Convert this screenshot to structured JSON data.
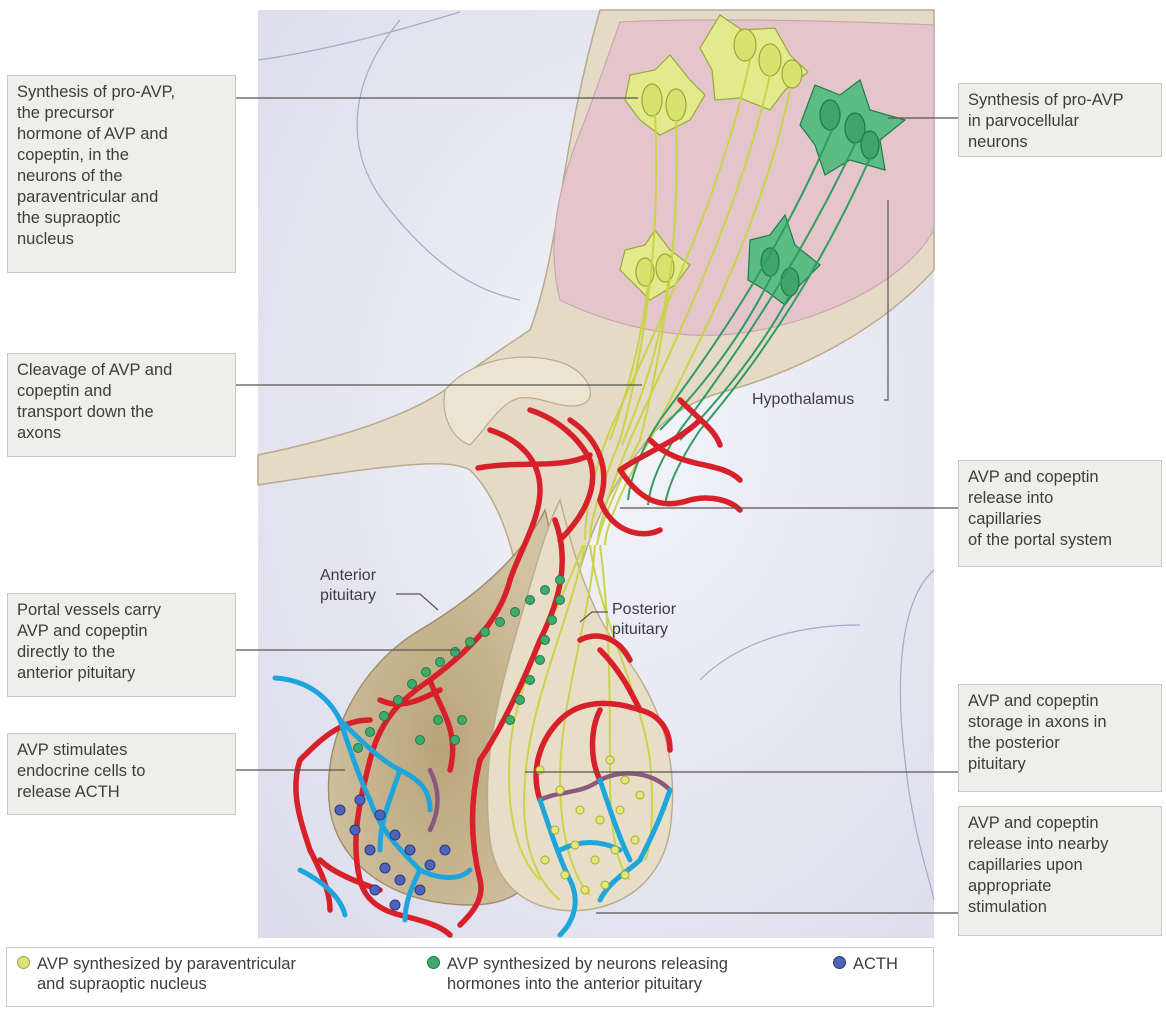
{
  "callouts": {
    "synthesis_pro_avp": "Synthesis of pro-AVP,\nthe precursor\nhormone of AVP and\ncopeptin, in the\nneurons of the\nparaventricular and\nthe supraoptic\nnucleus",
    "cleavage": "Cleavage of AVP and\ncopeptin and\ntransport down the\naxons",
    "portal_vessels": "Portal vessels carry\nAVP and copeptin\ndirectly to the\nanterior pituitary",
    "stimulates_acth": "AVP stimulates\nendocrine cells to\nrelease ACTH",
    "synthesis_parvocellular": "Synthesis of pro-AVP\nin parvocellular\nneurons",
    "release_portal": "AVP and copeptin\nrelease into\ncapillaries\nof the portal system",
    "storage_posterior": "AVP and copeptin\nstorage in axons in\nthe posterior\npituitary",
    "release_nearby": "AVP and copeptin\nrelease into nearby\ncapillaries upon\nappropriate\nstimulation"
  },
  "labels": {
    "hypothalamus": "Hypothalamus",
    "anterior_pituitary": "Anterior\npituitary",
    "posterior_pituitary": "Posterior\npituitary"
  },
  "legend": {
    "items": [
      {
        "label": "AVP synthesized by paraventricular\nand supraoptic nucleus",
        "color": "#d9e27a"
      },
      {
        "label": "AVP synthesized by neurons releasing\nhormones into the anterior pituitary",
        "color": "#3faa6a"
      },
      {
        "label": "ACTH",
        "color": "#4f64b8"
      }
    ]
  },
  "colors": {
    "panel_background": "#e9e9f4",
    "hypothalamus_fill": "#e4c6cc",
    "tissue_fill": "#e7dcc7",
    "anterior_fill": "#c8b692",
    "capillary_red": "#d8202a",
    "capillary_blue": "#1ea6dc",
    "yellow_neuron": "#dce46f",
    "green_neuron": "#2f9d62"
  }
}
